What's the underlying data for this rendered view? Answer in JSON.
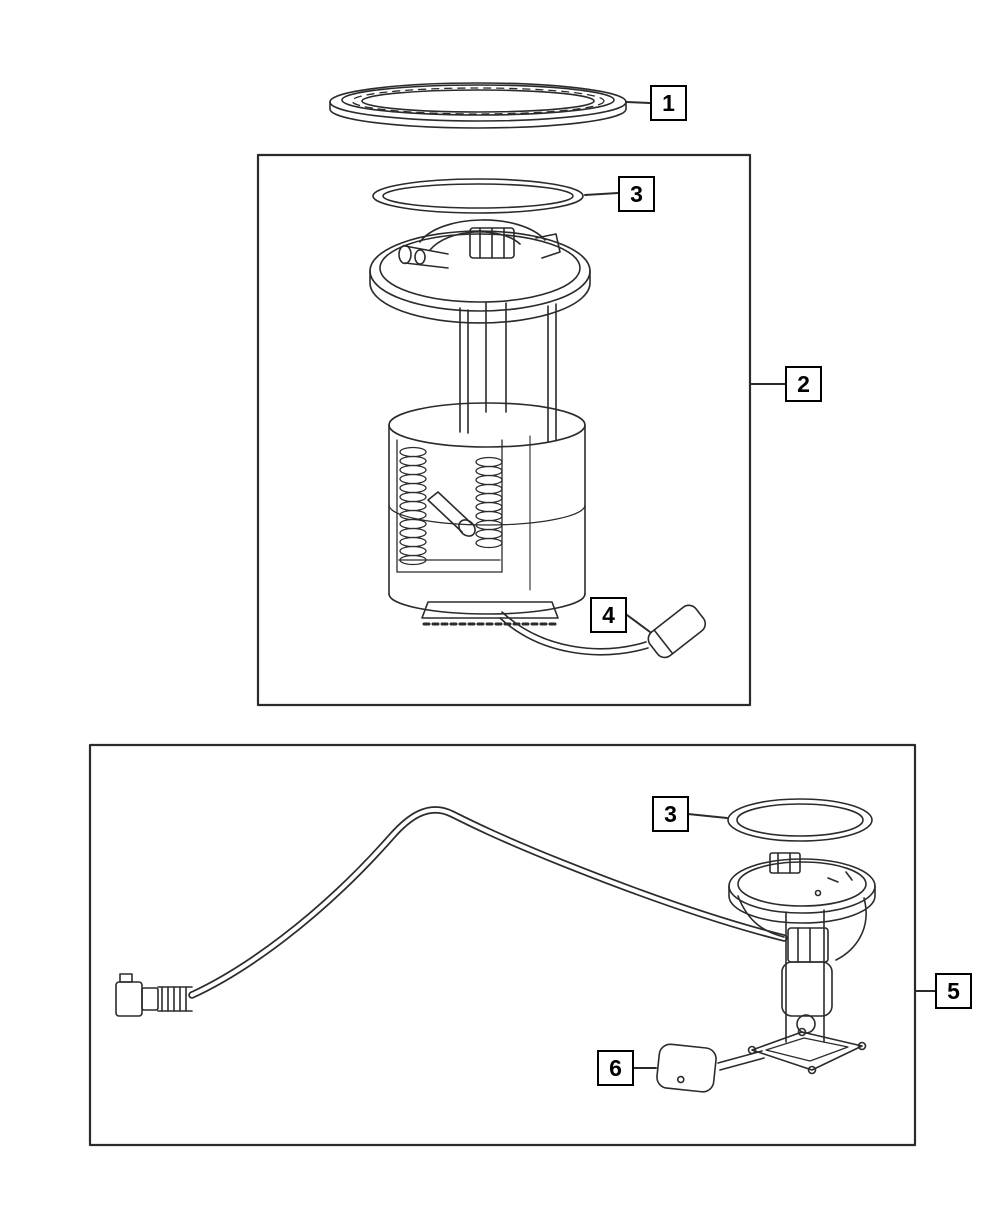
{
  "diagram": {
    "background": "#ffffff",
    "line_color": "#2b2b2b",
    "callouts": {
      "item1": {
        "label": "1",
        "part": "lock-ring"
      },
      "item2": {
        "label": "2",
        "part": "fuel-pump-module-assembly"
      },
      "item3_upper": {
        "label": "3",
        "part": "seal-gasket"
      },
      "item4": {
        "label": "4",
        "part": "float-level-sensor"
      },
      "item3_lower": {
        "label": "3",
        "part": "seal-gasket"
      },
      "item5": {
        "label": "5",
        "part": "fuel-level-sender-with-line"
      },
      "item6": {
        "label": "6",
        "part": "float"
      }
    }
  }
}
